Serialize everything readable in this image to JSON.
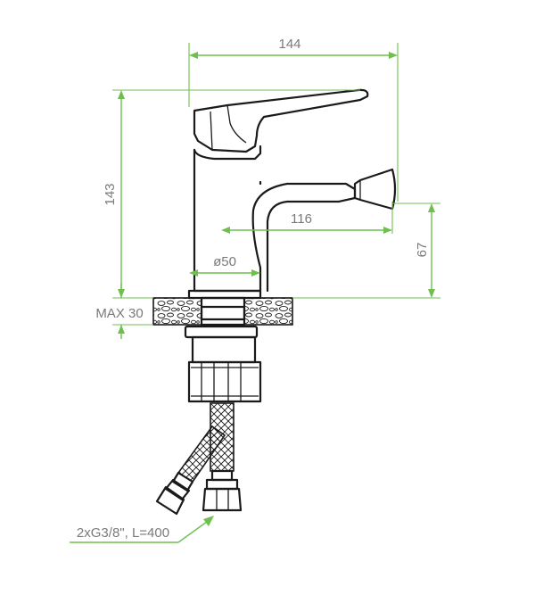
{
  "colors": {
    "dimension": "#6fbf4f",
    "outline": "#1a1a1a",
    "label": "#7a7a7a"
  },
  "dimensions": {
    "width_total": "144",
    "height_total": "143",
    "spout_reach": "116",
    "spout_height": "67",
    "base_diameter": "ø50",
    "max_counter_thickness": "MAX 30",
    "hoses": "2xG3/8\", L=400"
  }
}
